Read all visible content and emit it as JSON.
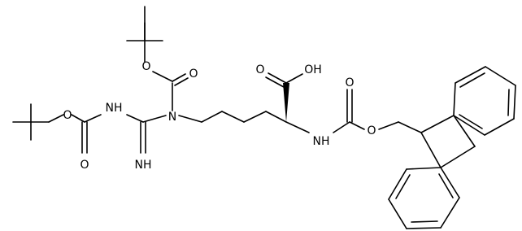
{
  "colors": {
    "bond": "#000000",
    "background": "#ffffff"
  },
  "labels": {
    "o_boc_left": "O",
    "o_boc_left_carbonyl": "O",
    "nh_boc_left": "NH",
    "nh_imine": "NH",
    "n_guanidine": "N",
    "o_boc_top": "O",
    "o_boc_top_carbonyl": "O",
    "oh_acid": "OH",
    "o_acid_carbonyl": "O",
    "nh_alpha": "NH",
    "o_fmoc_carbonyl": "O",
    "o_fmoc_ester": "O"
  }
}
